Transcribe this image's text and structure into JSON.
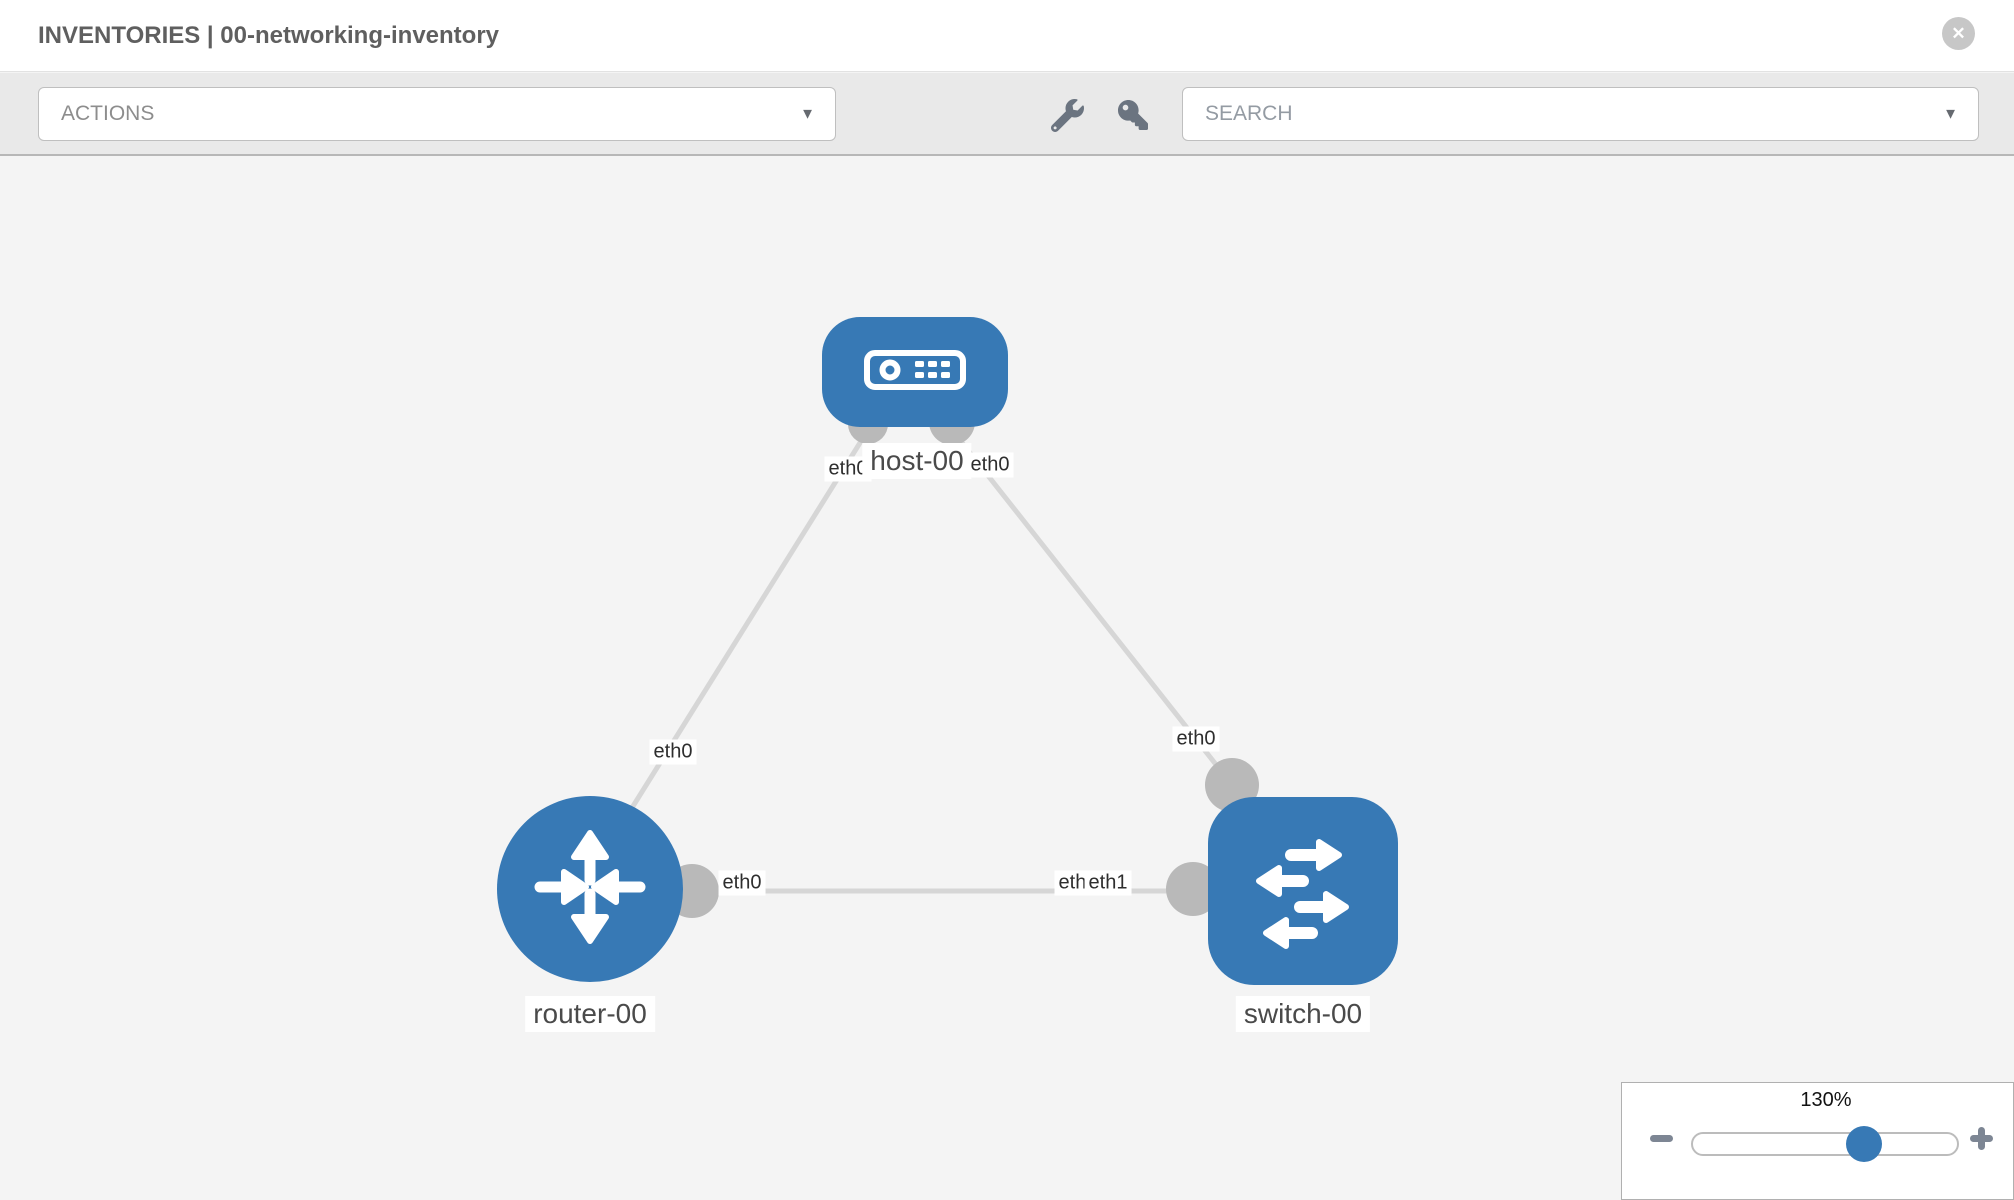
{
  "header": {
    "title": "INVENTORIES | 00-networking-inventory"
  },
  "toolbar": {
    "actions_label": "ACTIONS",
    "search_label": "SEARCH"
  },
  "icons": {
    "close": "✕",
    "caret_down": "▼",
    "wrench": "wrench-icon",
    "key": "key-icon"
  },
  "topology": {
    "nodes": [
      {
        "id": "host-00",
        "type": "host",
        "label": "host-00"
      },
      {
        "id": "router-00",
        "type": "router",
        "label": "router-00"
      },
      {
        "id": "switch-00",
        "type": "switch",
        "label": "switch-00"
      }
    ],
    "interfaces": {
      "host_to_router": "eth0",
      "host_to_switch": "eth0",
      "router_to_host": "eth0",
      "switch_to_host": "eth0",
      "router_to_switch": "eth0",
      "switch_to_router_back": "eth0",
      "switch_to_router_front": "eth1"
    },
    "colors": {
      "node": "#3779b5",
      "port": "#b9b9b9",
      "link": "#d6d6d6"
    }
  },
  "zoom_control": {
    "value": "130%"
  }
}
